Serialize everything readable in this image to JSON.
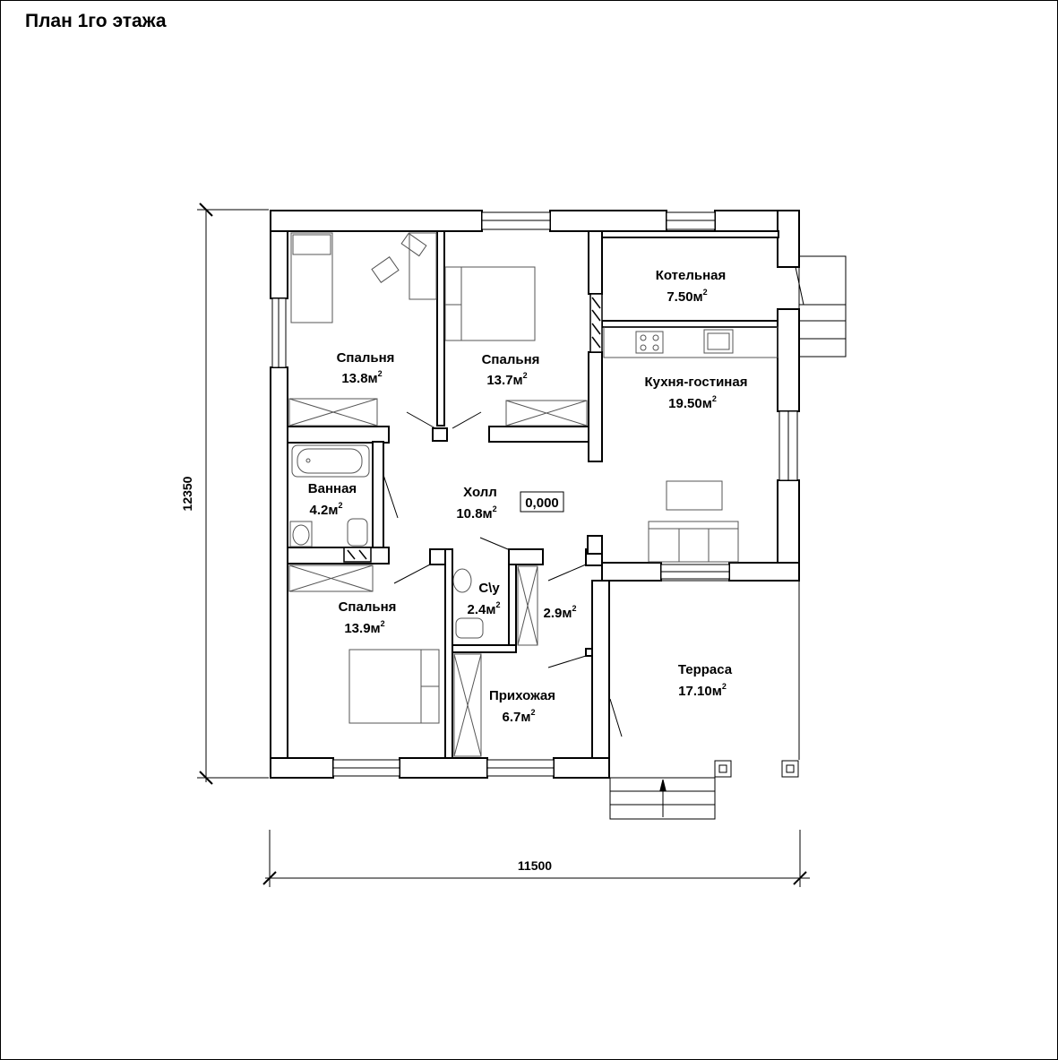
{
  "title": "План 1го этажа",
  "rooms": [
    {
      "name": "Спальня",
      "area": "13.8м",
      "sup": "2"
    },
    {
      "name": "Спальня",
      "area": "13.7м",
      "sup": "2"
    },
    {
      "name": "Котельная",
      "area": "7.50м",
      "sup": "2"
    },
    {
      "name": "Кухня-гостиная",
      "area": "19.50м",
      "sup": "2"
    },
    {
      "name": "Ванная",
      "area": "4.2м",
      "sup": "2"
    },
    {
      "name": "Холл",
      "area": "10.8м",
      "sup": "2"
    },
    {
      "name": "Спальня",
      "area": "13.9м",
      "sup": "2"
    },
    {
      "name": "С\\у",
      "area": "2.4м",
      "sup": "2"
    },
    {
      "name": "",
      "area": "2.9м",
      "sup": "2"
    },
    {
      "name": "Прихожая",
      "area": "6.7м",
      "sup": "2"
    },
    {
      "name": "Терраса",
      "area": "17.10м",
      "sup": "2"
    }
  ],
  "level_mark": "0,000",
  "dimensions": {
    "width": "11500",
    "height": "12350"
  }
}
